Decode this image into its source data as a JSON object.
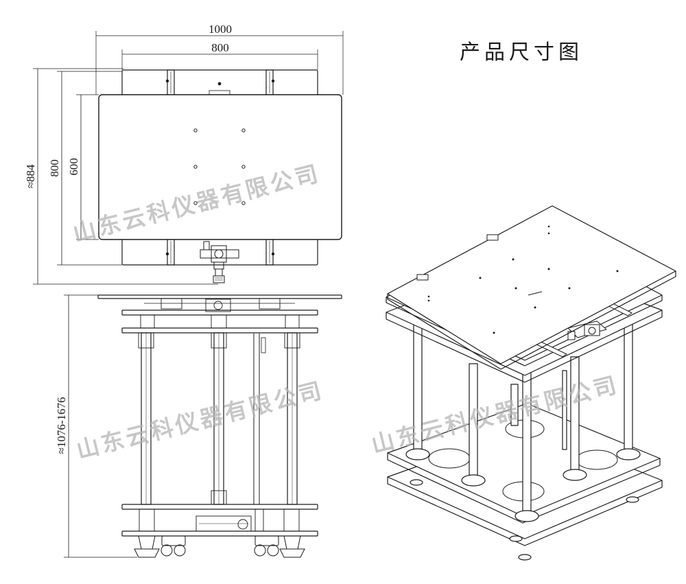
{
  "title": "产品尺寸图",
  "dimensions": {
    "top_width_outer": "1000",
    "top_width_inner": "800",
    "top_height_overall": "≈884",
    "top_height_mid": "800",
    "top_height_inner": "600",
    "side_height_range": "≈1076-1676"
  },
  "watermark": "山东云科仪器有限公司",
  "colors": {
    "line": "#1a1a1a",
    "watermark": "#b4b4b4"
  }
}
